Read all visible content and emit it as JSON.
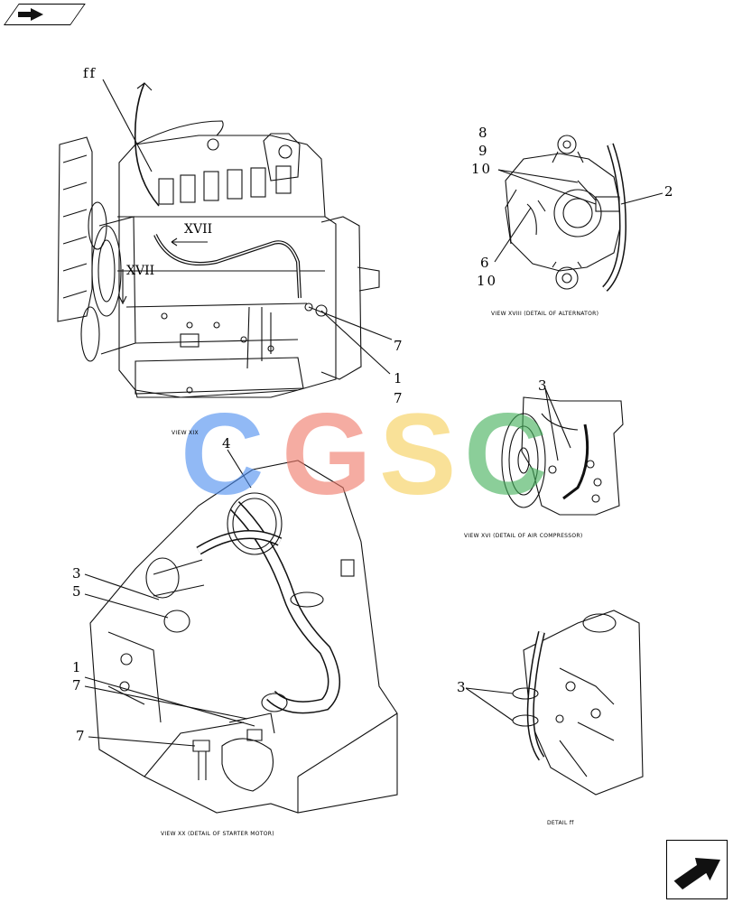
{
  "navigation": {
    "top_icon": "arrow-right-icon",
    "bottom_icon": "arrow-right-icon"
  },
  "watermark": {
    "letters": [
      {
        "char": "C",
        "color": "#4f8ff0"
      },
      {
        "char": "G",
        "color": "#f07a6a"
      },
      {
        "char": "S",
        "color": "#f6d05a"
      },
      {
        "char": "C",
        "color": "#45b15c"
      }
    ]
  },
  "callouts": {
    "main_ff": "ff",
    "main_7a": "7",
    "main_1": "1",
    "main_7b": "7",
    "alt_8": "8",
    "alt_9": "9",
    "alt_10a": "10",
    "alt_2": "2",
    "alt_6": "6",
    "alt_10b": "10",
    "comp_3": "3",
    "starter_4": "4",
    "starter_3": "3",
    "starter_5": "5",
    "starter_1": "1",
    "starter_7a": "7",
    "starter_7b": "7",
    "detail_3": "3"
  },
  "view_markers": {
    "main_view_a": "XVII",
    "main_view_b": "XVII"
  },
  "captions": {
    "main_view": "VIEW XIX",
    "alternator": "VIEW XVIII          (DETAIL OF ALTERNATOR)",
    "compressor": "VIEW XVI          (DETAIL OF AIR COMPRESSOR)",
    "starter": "VIEW XX          (DETAIL OF STARTER MOTOR)",
    "detail_ff": "DETAIL ff"
  }
}
